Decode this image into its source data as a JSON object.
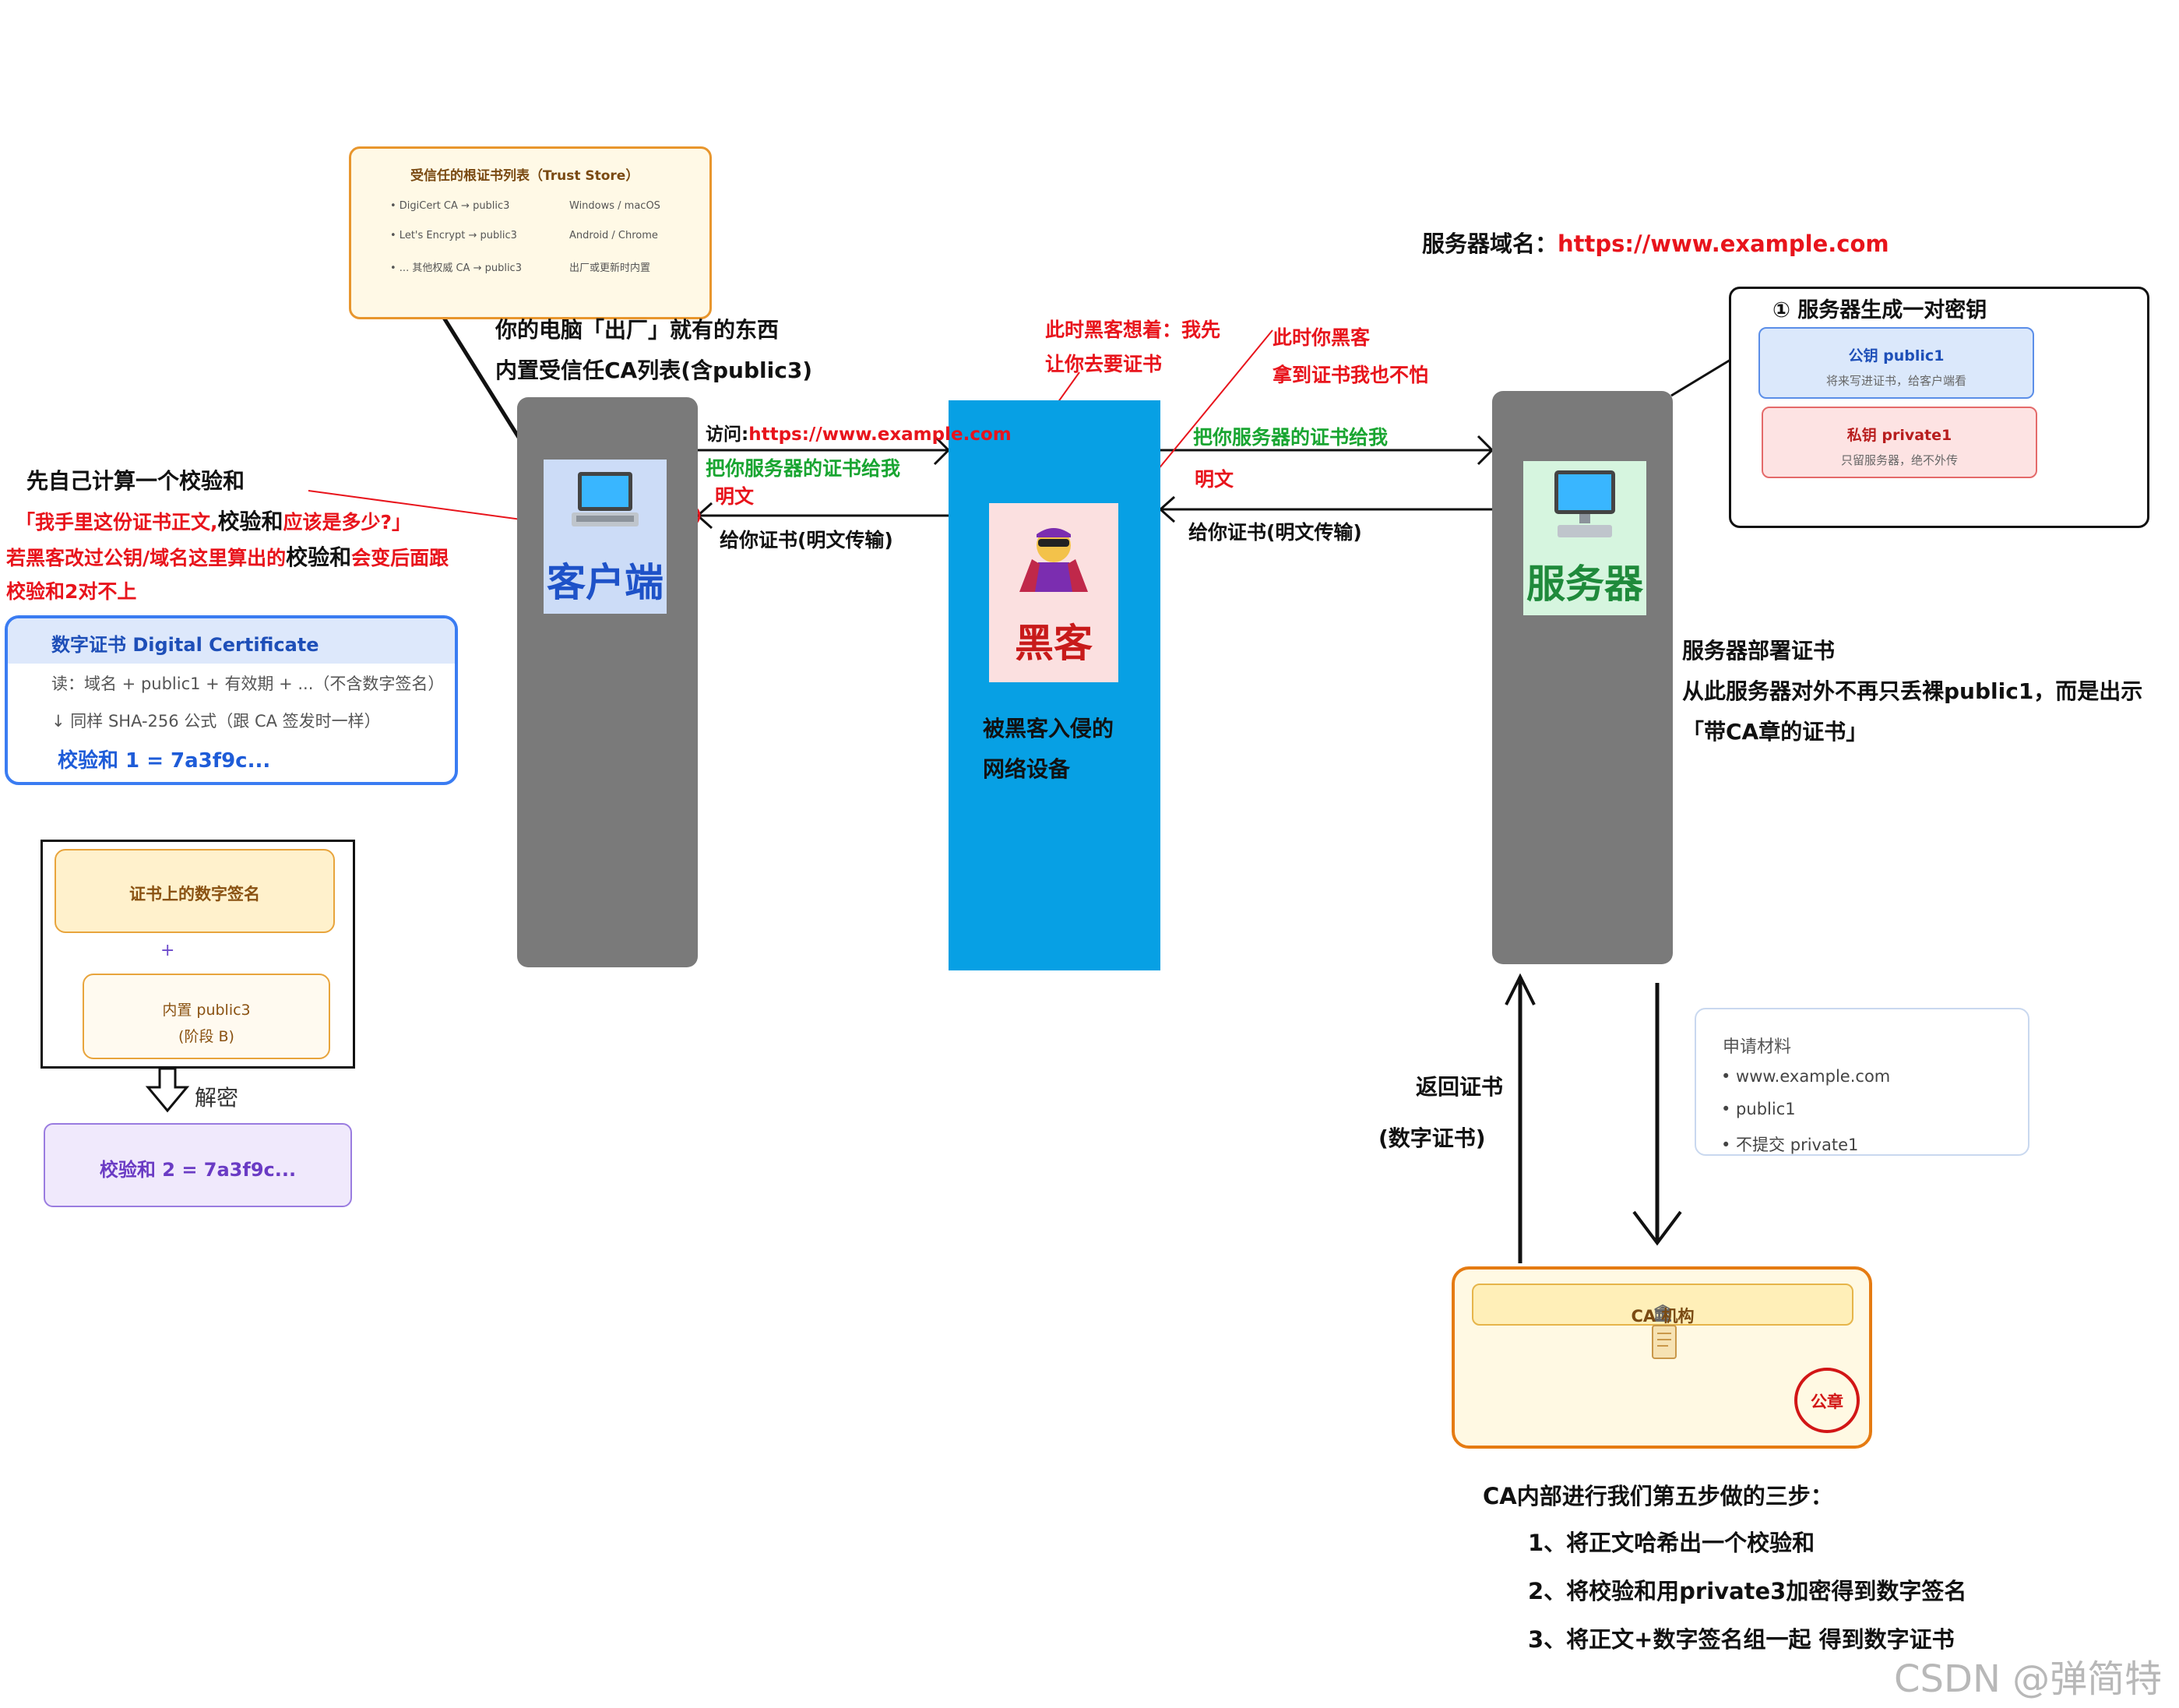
{
  "trust_store": {
    "title": "受信任的根证书列表（Trust Store）",
    "rows": [
      {
        "left": "• DigiCert CA → public3",
        "right": "Windows / macOS"
      },
      {
        "left": "• Let's Encrypt → public3",
        "right": "Android / Chrome"
      },
      {
        "left": "• ... 其他权威 CA → public3",
        "right": "出厂或更新时内置"
      }
    ]
  },
  "client": {
    "note_line1": "你的电脑「出厂」就有的东西",
    "note_line2": "内置受信任CA列表(含public3)",
    "label": "客户端",
    "icon": "laptop-icon"
  },
  "left_notes": {
    "line1": "先自己计算一个校验和",
    "line2_red_a": "「我手里这份证书正文,",
    "line2_black": "校验和",
    "line2_red_b": "应该是多少?」",
    "line3_red": "若黑客改过公钥/域名这里算出的",
    "line3_black": "校验和",
    "line3_red_b": "会变后面跟",
    "line4_red": "校验和2对不上"
  },
  "digital_cert": {
    "title": "数字证书 Digital Certificate",
    "read_line": "读：域名 + public1 + 有效期 + ...（不含数字签名）",
    "hash_line": "↓ 同样 SHA-256 公式（跟 CA 签发时一样）",
    "checksum1": "校验和 1 = 7a3f9c..."
  },
  "decrypt": {
    "signature": "证书上的数字签名",
    "plus": "+",
    "public3_line1": "内置 public3",
    "public3_line2": "(阶段 B)",
    "label": "解密",
    "checksum2": "校验和 2 = 7a3f9c..."
  },
  "client_hacker_arrows": {
    "visit_prefix": "访问:",
    "visit_url": "https://www.example.com",
    "request_cert": "把你服务器的证书给我",
    "plaintext": "明文",
    "give_cert": "给你证书(明文传输)"
  },
  "hacker": {
    "thought_line1": "此时黑客想着：我先",
    "thought_line2": "让你去要证书",
    "fear_line1": "此时你黑客",
    "fear_line2": "拿到证书我也不怕",
    "label": "黑客",
    "icon": "villain-icon",
    "device_line1": "被黑客入侵的",
    "device_line2": "网络设备"
  },
  "hacker_server_arrows": {
    "request_cert": "把你服务器的证书给我",
    "plaintext": "明文",
    "give_cert": "给你证书(明文传输)"
  },
  "server": {
    "domain_label": "服务器域名：",
    "domain_url": "https://www.example.com",
    "label": "服务器",
    "icon": "desktop-icon",
    "deploy_line1": "服务器部署证书",
    "deploy_line2": "从此服务器对外不再只丢裸public1，而是出示",
    "deploy_line3": "「带CA章的证书」"
  },
  "keypair": {
    "title": "① 服务器生成一对密钥",
    "public_title": "公钥 public1",
    "public_desc": "将来写进证书，给客户端看",
    "private_title": "私钥 private1",
    "private_desc": "只留服务器，绝不外传"
  },
  "return_cert": {
    "line1": "返回证书",
    "line2": "(数字证书)"
  },
  "apply": {
    "title": "申请材料",
    "items": [
      "• www.example.com",
      "• public1",
      "• 不提交 private1"
    ]
  },
  "ca": {
    "title": "CA 机构",
    "title_icon": "bank-icon",
    "scroll_icon": "scroll-icon",
    "seal": "公章"
  },
  "ca_steps": {
    "heading": "CA内部进行我们第五步做的三步：",
    "step1": "1、将正文哈希出一个校验和",
    "step2": "2、将校验和用private3加密得到数字签名",
    "step3": "3、将正文+数字签名组一起 得到数字证书"
  },
  "watermark": "CSDN @弹简特",
  "colors": {
    "accent_red": "#e8141c",
    "accent_green": "#19a531",
    "hacker_blue": "#07a0e4",
    "pillar_gray": "#7a7a7a"
  }
}
